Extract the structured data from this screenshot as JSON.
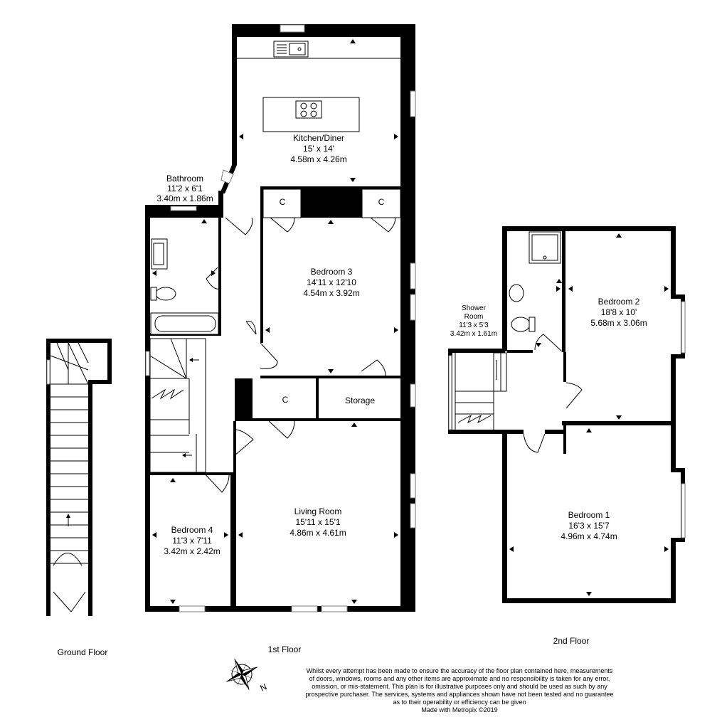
{
  "floors": {
    "ground": "Ground Floor",
    "first": "1st Floor",
    "second": "2nd Floor"
  },
  "rooms": {
    "kitchen": {
      "name": "Kitchen/Diner",
      "imperial": "15' x 14'",
      "metric": "4.58m x 4.26m"
    },
    "bathroom": {
      "name": "Bathroom",
      "imperial": "11'2 x 6'1",
      "metric": "3.40m x 1.86m"
    },
    "bedroom3": {
      "name": "Bedroom 3",
      "imperial": "14'11 x 12'10",
      "metric": "4.54m x 3.92m"
    },
    "bedroom4": {
      "name": "Bedroom 4",
      "imperial": "11'3 x 7'11",
      "metric": "3.42m x 2.42m"
    },
    "living": {
      "name": "Living Room",
      "imperial": "15'11 x 15'1",
      "metric": "4.86m x 4.61m"
    },
    "storage": {
      "name": "Storage"
    },
    "cupboard": {
      "label": "C"
    },
    "shower": {
      "name1": "Shower",
      "name2": "Room",
      "imperial": "11'3 x 5'3",
      "metric": "3.42m x 1.61m"
    },
    "bedroom2": {
      "name": "Bedroom 2",
      "imperial": "18'8 x 10'",
      "metric": "5.68m x 3.06m"
    },
    "bedroom1": {
      "name": "Bedroom 1",
      "imperial": "16'3 x 15'7",
      "metric": "4.96m x 4.74m"
    }
  },
  "disclaimer": {
    "lines": [
      "Whilst every attempt has been made to ensure the accuracy of the floor plan contained here, measurements",
      "of doors, windows, rooms and any other items are approximate and no responsibility is taken for any error,",
      "omission, or mis-statement. This plan is for illustrative purposes only and should be used as such by any",
      "prospective purchaser. The services, systems and appliances shown have not been tested and no guarantee",
      "as to their operability or efficiency can be given"
    ],
    "credit": "Made with Metropix ©2019"
  },
  "compass": {
    "letter": "N"
  },
  "colors": {
    "wall": "#000000",
    "background": "#ffffff"
  }
}
